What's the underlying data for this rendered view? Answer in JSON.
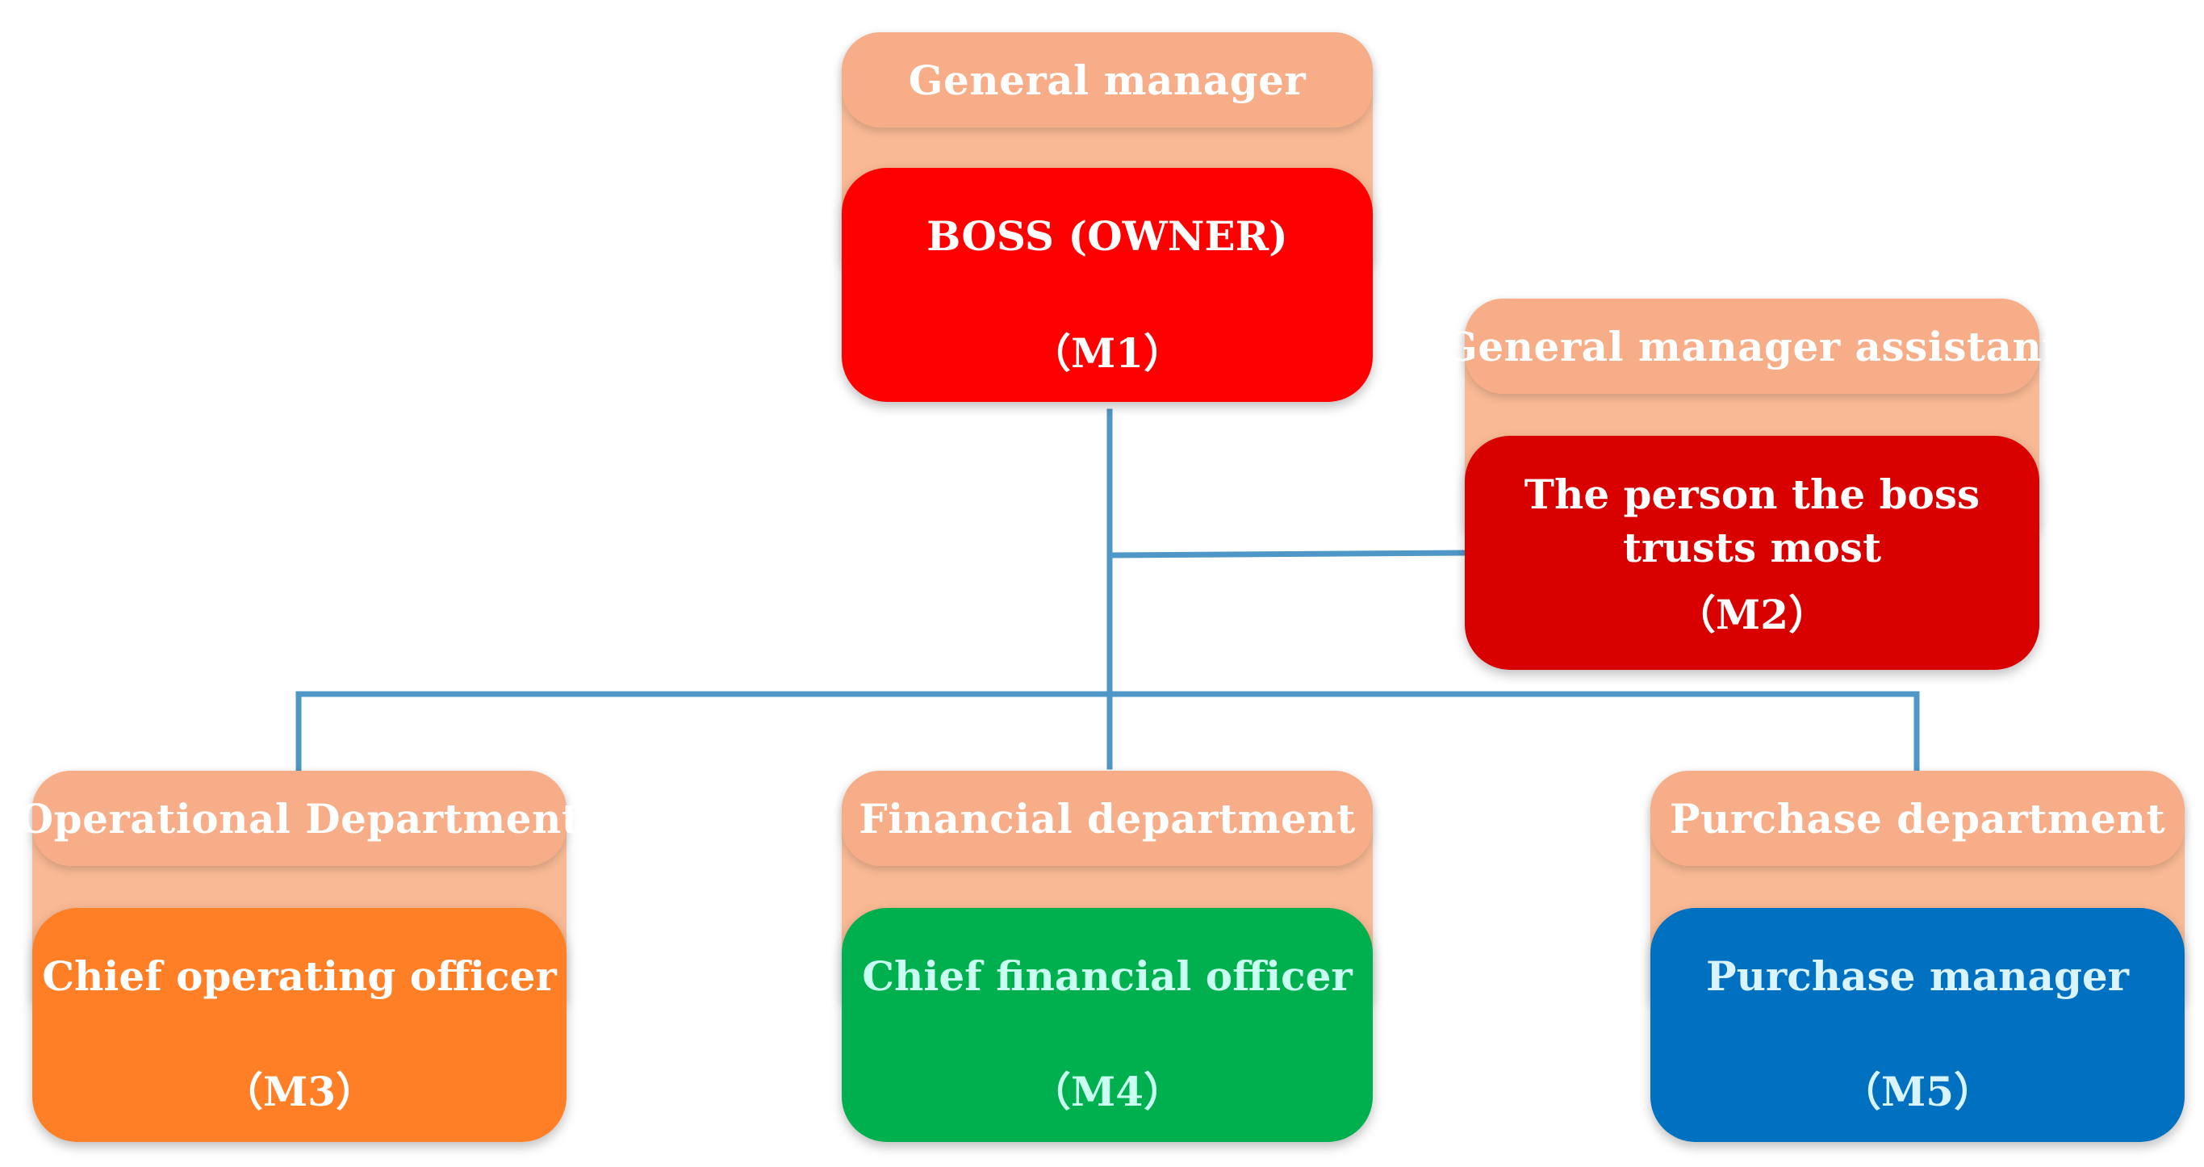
{
  "colors": {
    "connector": "#4f97c6",
    "header_fill": "#f6ad88",
    "m1": "#ff0000",
    "m2": "#d90000",
    "m3": "#ff7f27",
    "m4": "#00b04f",
    "m5": "#0070c0",
    "m4_text": "#c9fff1",
    "m5_text": "#d9f4ff"
  },
  "nodes": {
    "m1": {
      "header": "General manager",
      "title": "BOSS (OWNER)",
      "code": "（M1）"
    },
    "m2": {
      "header": "General manager assistant",
      "title": "The person the boss trusts most",
      "code": "（M2）"
    },
    "m3": {
      "header": "Operational Department",
      "title": "Chief operating officer",
      "code": "（M3）"
    },
    "m4": {
      "header": "Financial department",
      "title": "Chief financial officer",
      "code": "（M4）"
    },
    "m5": {
      "header": "Purchase department",
      "title": "Purchase manager",
      "code": "（M5）"
    }
  }
}
